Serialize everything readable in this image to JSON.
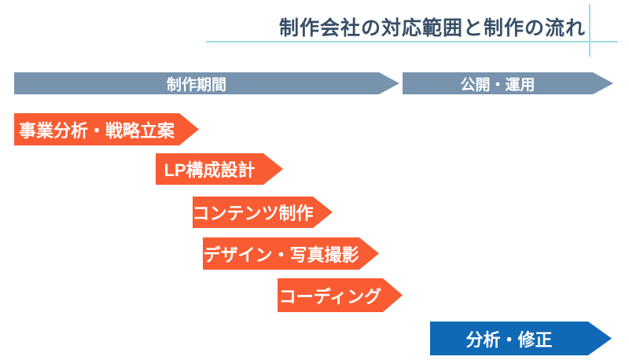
{
  "title": "制作会社の対応範囲と制作の流れ",
  "colors": {
    "title_text": "#374E66",
    "accent_line": "#A2DBE1",
    "phase_banner": "#7893AE",
    "task_orange": "#F95C33",
    "task_blue": "#1069B4",
    "shape_text": "#FFFFFF",
    "background": "#FFFFFF"
  },
  "phases": [
    {
      "label": "制作期間"
    },
    {
      "label": "公開・運用"
    }
  ],
  "tasks": [
    {
      "label": "事業分析・戦略立案",
      "phase": "制作期間",
      "color": "#F95C33"
    },
    {
      "label": "LP構成設計",
      "phase": "制作期間",
      "color": "#F95C33"
    },
    {
      "label": "コンテンツ制作",
      "phase": "制作期間",
      "color": "#F95C33"
    },
    {
      "label": "デザイン・写真撮影",
      "phase": "制作期間",
      "color": "#F95C33"
    },
    {
      "label": "コーディング",
      "phase": "制作期間",
      "color": "#F95C33"
    },
    {
      "label": "分析・修正",
      "phase": "公開・運用",
      "color": "#1069B4"
    }
  ]
}
